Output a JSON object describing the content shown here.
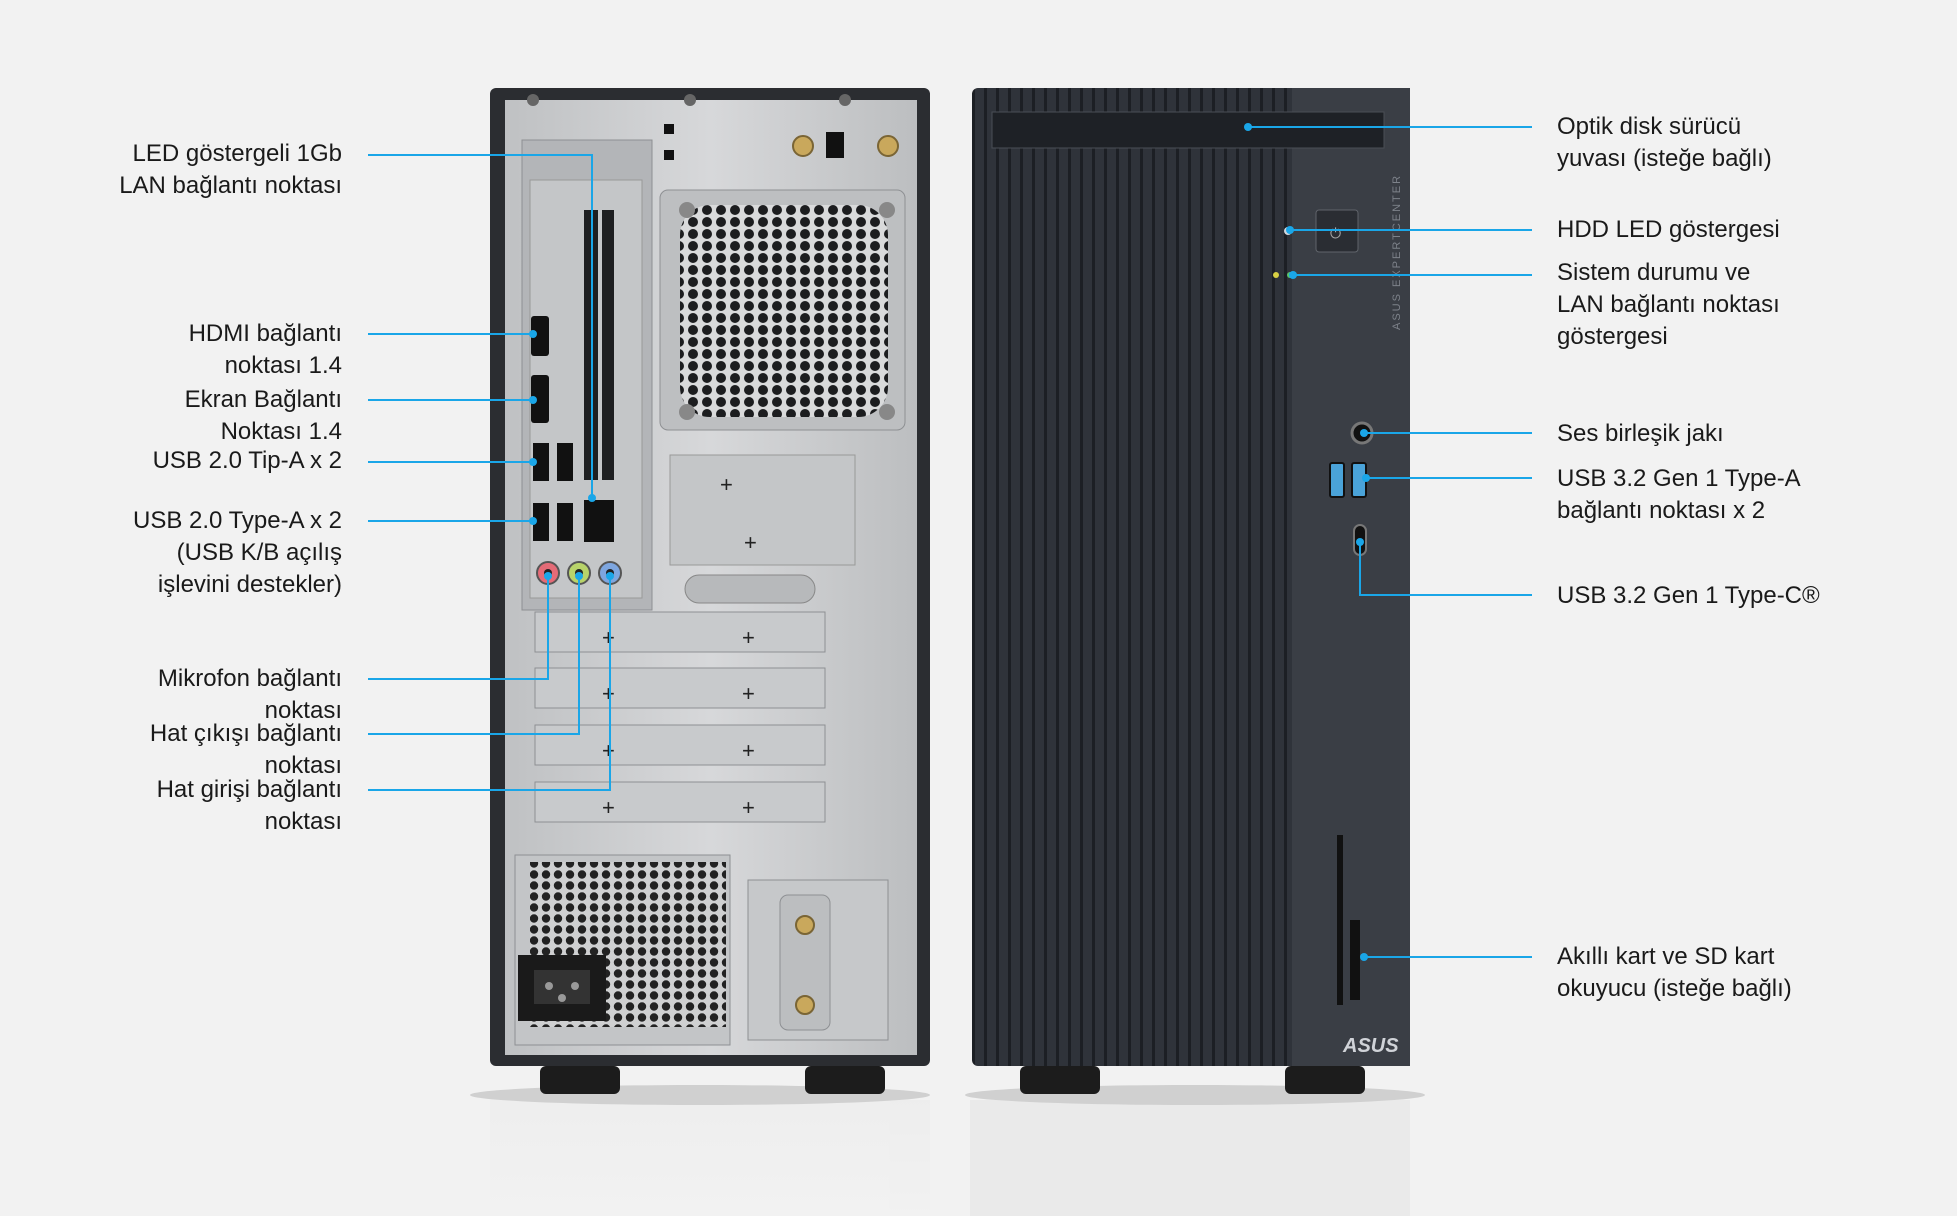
{
  "colors": {
    "background": "#f2f2f2",
    "callout_line": "#1aa6e8",
    "chassis_dark": "#2e3238",
    "chassis_silver": "#c9cbcd",
    "text": "#1a1a1a"
  },
  "rear_callouts": [
    {
      "id": "lan",
      "text": "LED göstergeli 1Gb\nLAN bağlantı noktası"
    },
    {
      "id": "hdmi",
      "text": "HDMI bağlantı\nnoktası 1.4"
    },
    {
      "id": "dp",
      "text": "Ekran Bağlantı\nNoktası 1.4"
    },
    {
      "id": "usb20a",
      "text": "USB 2.0 Tip-A x 2"
    },
    {
      "id": "usb20b",
      "text": "USB 2.0 Type-A x 2\n(USB K/B açılış\nişlevini destekler)"
    },
    {
      "id": "mic",
      "text": "Mikrofon bağlantı\nnoktası"
    },
    {
      "id": "lineout",
      "text": "Hat çıkışı bağlantı\nnoktası"
    },
    {
      "id": "linein",
      "text": "Hat girişi bağlantı\nnoktası"
    }
  ],
  "front_callouts": [
    {
      "id": "odd",
      "text": "Optik disk sürücü\nyuvası (isteğe bağlı)"
    },
    {
      "id": "hdd",
      "text": "HDD LED göstergesi"
    },
    {
      "id": "status",
      "text": "Sistem durumu ve\nLAN bağlantı noktası\ngöstergesi"
    },
    {
      "id": "audio",
      "text": "Ses birleşik jakı"
    },
    {
      "id": "usb32a",
      "text": "USB 3.2 Gen 1 Type-A\nbağlantı noktası x 2"
    },
    {
      "id": "usb32c",
      "text": "USB 3.2 Gen 1 Type-C®"
    },
    {
      "id": "card",
      "text": "Akıllı kart ve SD kart\nokuyucu (isteğe bağlı)"
    }
  ],
  "brand_logo": "ASUS",
  "side_text": "ASUS EXPERTCENTER"
}
